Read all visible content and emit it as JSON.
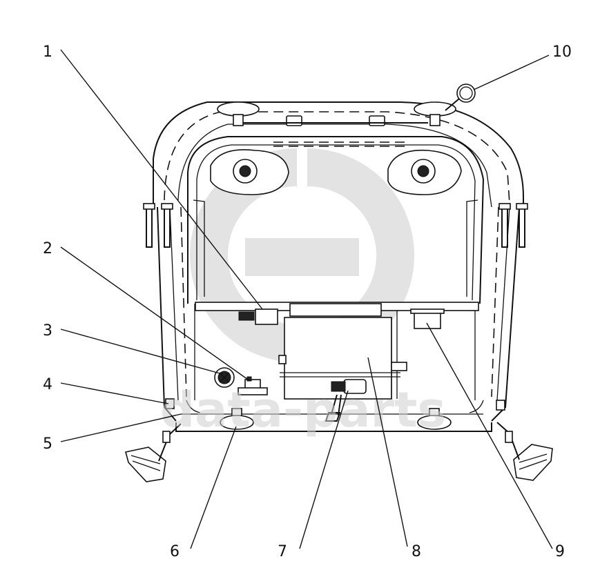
{
  "diagram": {
    "callouts": [
      {
        "id": "1",
        "label": "1"
      },
      {
        "id": "2",
        "label": "2"
      },
      {
        "id": "3",
        "label": "3"
      },
      {
        "id": "4",
        "label": "4"
      },
      {
        "id": "5",
        "label": "5"
      },
      {
        "id": "6",
        "label": "6"
      },
      {
        "id": "7",
        "label": "7"
      },
      {
        "id": "8",
        "label": "8"
      },
      {
        "id": "9",
        "label": "9"
      },
      {
        "id": "10",
        "label": "10"
      }
    ]
  },
  "watermark": {
    "text": "data-parts",
    "color": "#cfcfcf"
  }
}
